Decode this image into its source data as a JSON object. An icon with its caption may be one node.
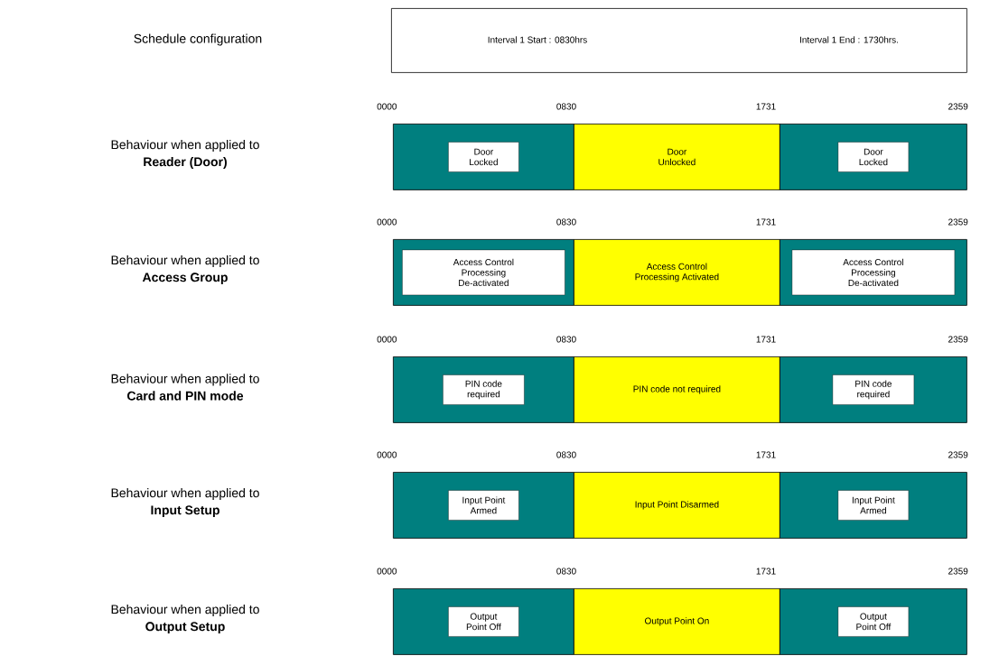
{
  "diagram": {
    "nodes": [
      {
        "text": [
          "Interval 1 Start : 0830hrs",
          "Interval 1 End : 1730hrs."
        ]
      },
      {
        "text": [],
        "shape": "bar"
      },
      {
        "text": [
          "Door Locked"
        ],
        "in": 1
      },
      {
        "text": [
          "Door Unlocked"
        ]
      },
      {
        "text": [],
        "shape": "bar"
      },
      {
        "text": [
          "Door Locked"
        ],
        "in": 4
      },
      {
        "text": [],
        "shape": "bar"
      },
      {
        "text": [
          "Access Control Processing De-activated"
        ],
        "in": 6
      },
      {
        "text": [
          "Access Control Processing Activated"
        ]
      },
      {
        "text": [],
        "shape": "bar"
      },
      {
        "text": [
          "Access Control Processing De-activated"
        ],
        "in": 9
      },
      {
        "text": [],
        "shape": "bar"
      },
      {
        "text": [
          "PIN code required"
        ],
        "in": 11
      },
      {
        "text": [
          "PIN code not required"
        ]
      },
      {
        "text": [],
        "shape": "bar"
      },
      {
        "text": [
          "PIN code required"
        ],
        "in": 14
      },
      {
        "text": [],
        "shape": "bar"
      },
      {
        "text": [
          "Input Point Armed"
        ],
        "in": 16
      },
      {
        "text": [
          "Input Point Disarmed"
        ]
      },
      {
        "text": [],
        "shape": "bar"
      },
      {
        "text": [
          "Input Point Armed"
        ],
        "in": 19
      },
      {
        "text": [],
        "shape": "bar"
      },
      {
        "text": [
          "Output Point Off"
        ],
        "in": 21
      },
      {
        "text": [
          "Output Point On"
        ]
      },
      {
        "text": [],
        "shape": "bar"
      },
      {
        "text": [
          "Output Point Off"
        ],
        "in": 24
      }
    ],
    "labels": [
      "Schedule configuration",
      "0000",
      "0830",
      "1731",
      "2359",
      "Behaviour when applied to **Reader (Door)**",
      "0000",
      "0830",
      "1731",
      "2359",
      "Behaviour when applied to **Access Group**",
      "0000",
      "0830",
      "1731",
      "2359",
      "Behaviour when applied to **Card and PIN mode**",
      "0000",
      "0830",
      "1731",
      "2359",
      "Behaviour when applied to **Input Setup**",
      "0000",
      "0830",
      "1731",
      "2359",
      "Behaviour when applied to **Output Setup**"
    ]
  }
}
